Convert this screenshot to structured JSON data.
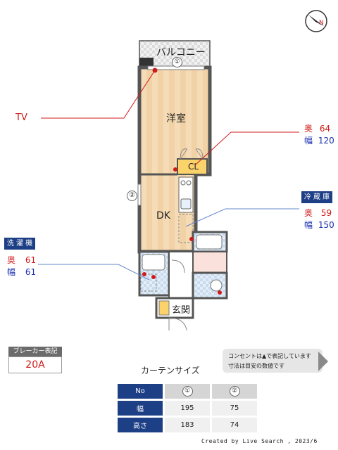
{
  "floorplan": {
    "balcony_label": "バルコニー",
    "balcony_window_no": "①",
    "side_window_no": "②",
    "western_room_label": "洋室",
    "closet_label": "CL",
    "dk_label": "DK",
    "entrance_label": "玄関"
  },
  "callouts": {
    "tv_label": "TV",
    "closet": {
      "depth_label": "奥",
      "depth": "64",
      "width_label": "幅",
      "width": "120"
    },
    "fridge": {
      "title": "冷 蔵 庫",
      "depth_label": "奥",
      "depth": "59",
      "width_label": "幅",
      "width": "150"
    },
    "washer": {
      "title": "洗 濯 機",
      "depth_label": "奥",
      "depth": "61",
      "width_label": "幅",
      "width": "61"
    }
  },
  "breaker": {
    "title": "ブレーカー表記",
    "value": "20A"
  },
  "note": {
    "line1": "コンセントは▲で表記しています",
    "line2": "寸法は目安の数値です"
  },
  "curtain": {
    "title": "カーテンサイズ",
    "header": [
      "No",
      "①",
      "②"
    ],
    "rows": [
      {
        "label": "幅",
        "v1": "195",
        "v2": "75"
      },
      {
        "label": "高さ",
        "v1": "183",
        "v2": "74"
      }
    ]
  },
  "footer": {
    "credit": "Created by Live Search , 2023/6"
  },
  "colors": {
    "accent_blue": "#1d3f86",
    "outlet_red": "#d01a1a",
    "floor_wood": "#f3d8b0"
  }
}
